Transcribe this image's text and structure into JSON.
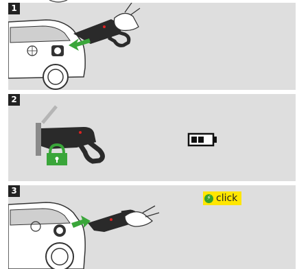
{
  "steps": [
    {
      "number": "1"
    },
    {
      "number": "2"
    },
    {
      "number": "3",
      "badge_label": "click"
    }
  ],
  "colors": {
    "panel": "#dedede",
    "arrow": "#3aa63a",
    "lock": "#3aa63a",
    "badge": "#ffe600",
    "connector": "#2a2a2a"
  },
  "icons": [
    "car-rear-icon",
    "charging-plug-icon",
    "hand-icon",
    "insert-arrow-icon",
    "lock-icon",
    "battery-icon",
    "click-icon"
  ]
}
